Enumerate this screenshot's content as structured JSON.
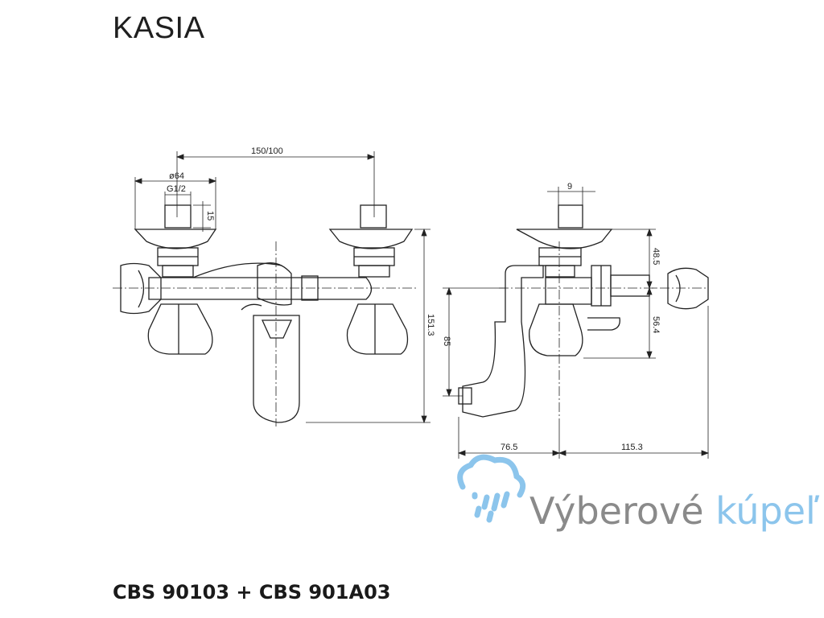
{
  "header": {
    "title": "KASIA"
  },
  "footer": {
    "model_codes": "CBS 90103 + CBS 901A03"
  },
  "watermark": {
    "word1": "Výberové",
    "word2": "kúpeľ",
    "icon": "shower-cloud-icon",
    "color": "#8cc5ec"
  },
  "front_view": {
    "dim_width": "150/100",
    "dim_diameter": "ø64",
    "dim_thread": "G1/2",
    "dim_stub": "15",
    "dim_height": "151.3"
  },
  "side_view": {
    "dim_stub_width": "9",
    "dim_upper": "48.5",
    "dim_lower": "56.4",
    "dim_left_height": "85",
    "dim_left_depth": "76.5",
    "dim_right_depth": "115.3"
  }
}
